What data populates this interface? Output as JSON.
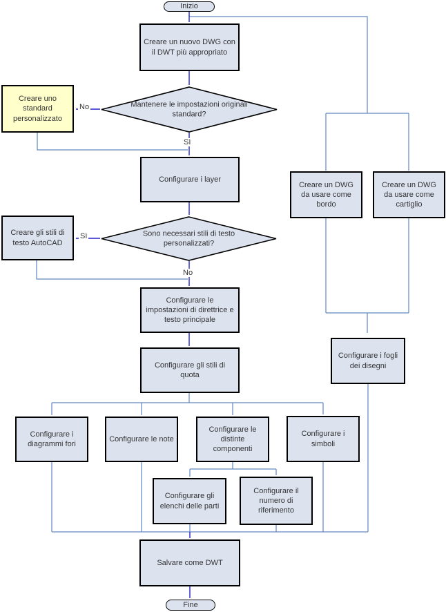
{
  "theme": {
    "node_fill": "#dce3ef",
    "yellow_fill": "#ffffcc",
    "wire": "#5f86c0",
    "stem": "#2222cc",
    "border": "#000000",
    "text": "#333333"
  },
  "nodes": {
    "inizio": {
      "label": "Inizio",
      "type": "terminator"
    },
    "nuovo_dwg": {
      "label": "Creare un nuovo DWG con il DWT più appropriato",
      "type": "process"
    },
    "dec_impostazioni": {
      "label": "Mantenere le impostazioni originali standard?",
      "type": "decision"
    },
    "standard_pers": {
      "label": "Creare uno standard personalizzato",
      "type": "process"
    },
    "layer": {
      "label": "Configurare i layer",
      "type": "process"
    },
    "dec_stili_testo": {
      "label": "Sono necessari stili di testo personalizzati?",
      "type": "decision"
    },
    "stili_autocad": {
      "label": "Creare gli stili di testo AutoCAD",
      "type": "process"
    },
    "direttrice": {
      "label": "Configurare le impostazioni di direttrice e testo principale",
      "type": "process"
    },
    "quota": {
      "label": "Configurare gli stili di quota",
      "type": "process"
    },
    "diagrammi_fori": {
      "label": "Configurare i diagrammi fori",
      "type": "process"
    },
    "note": {
      "label": "Configurare le note",
      "type": "process"
    },
    "distinte": {
      "label": "Configurare le distinte componenti",
      "type": "process"
    },
    "simboli": {
      "label": "Configurare i simboli",
      "type": "process"
    },
    "elenchi_parti": {
      "label": "Configurare gli elenchi delle parti",
      "type": "process"
    },
    "numero_rif": {
      "label": "Configurare il numero di riferimento",
      "type": "process"
    },
    "bordo": {
      "label": "Creare un DWG da usare come bordo",
      "type": "process"
    },
    "cartiglio": {
      "label": "Creare un DWG da usare come cartiglio",
      "type": "process"
    },
    "fogli": {
      "label": "Configurare i fogli dei disegni",
      "type": "process"
    },
    "salvare": {
      "label": "Salvare come DWT",
      "type": "process"
    },
    "fine": {
      "label": "Fine",
      "type": "terminator"
    }
  },
  "edges": {
    "dec1_no": "No",
    "dec1_si": "Sì",
    "dec2_si": "Sì",
    "dec2_no": "No"
  }
}
